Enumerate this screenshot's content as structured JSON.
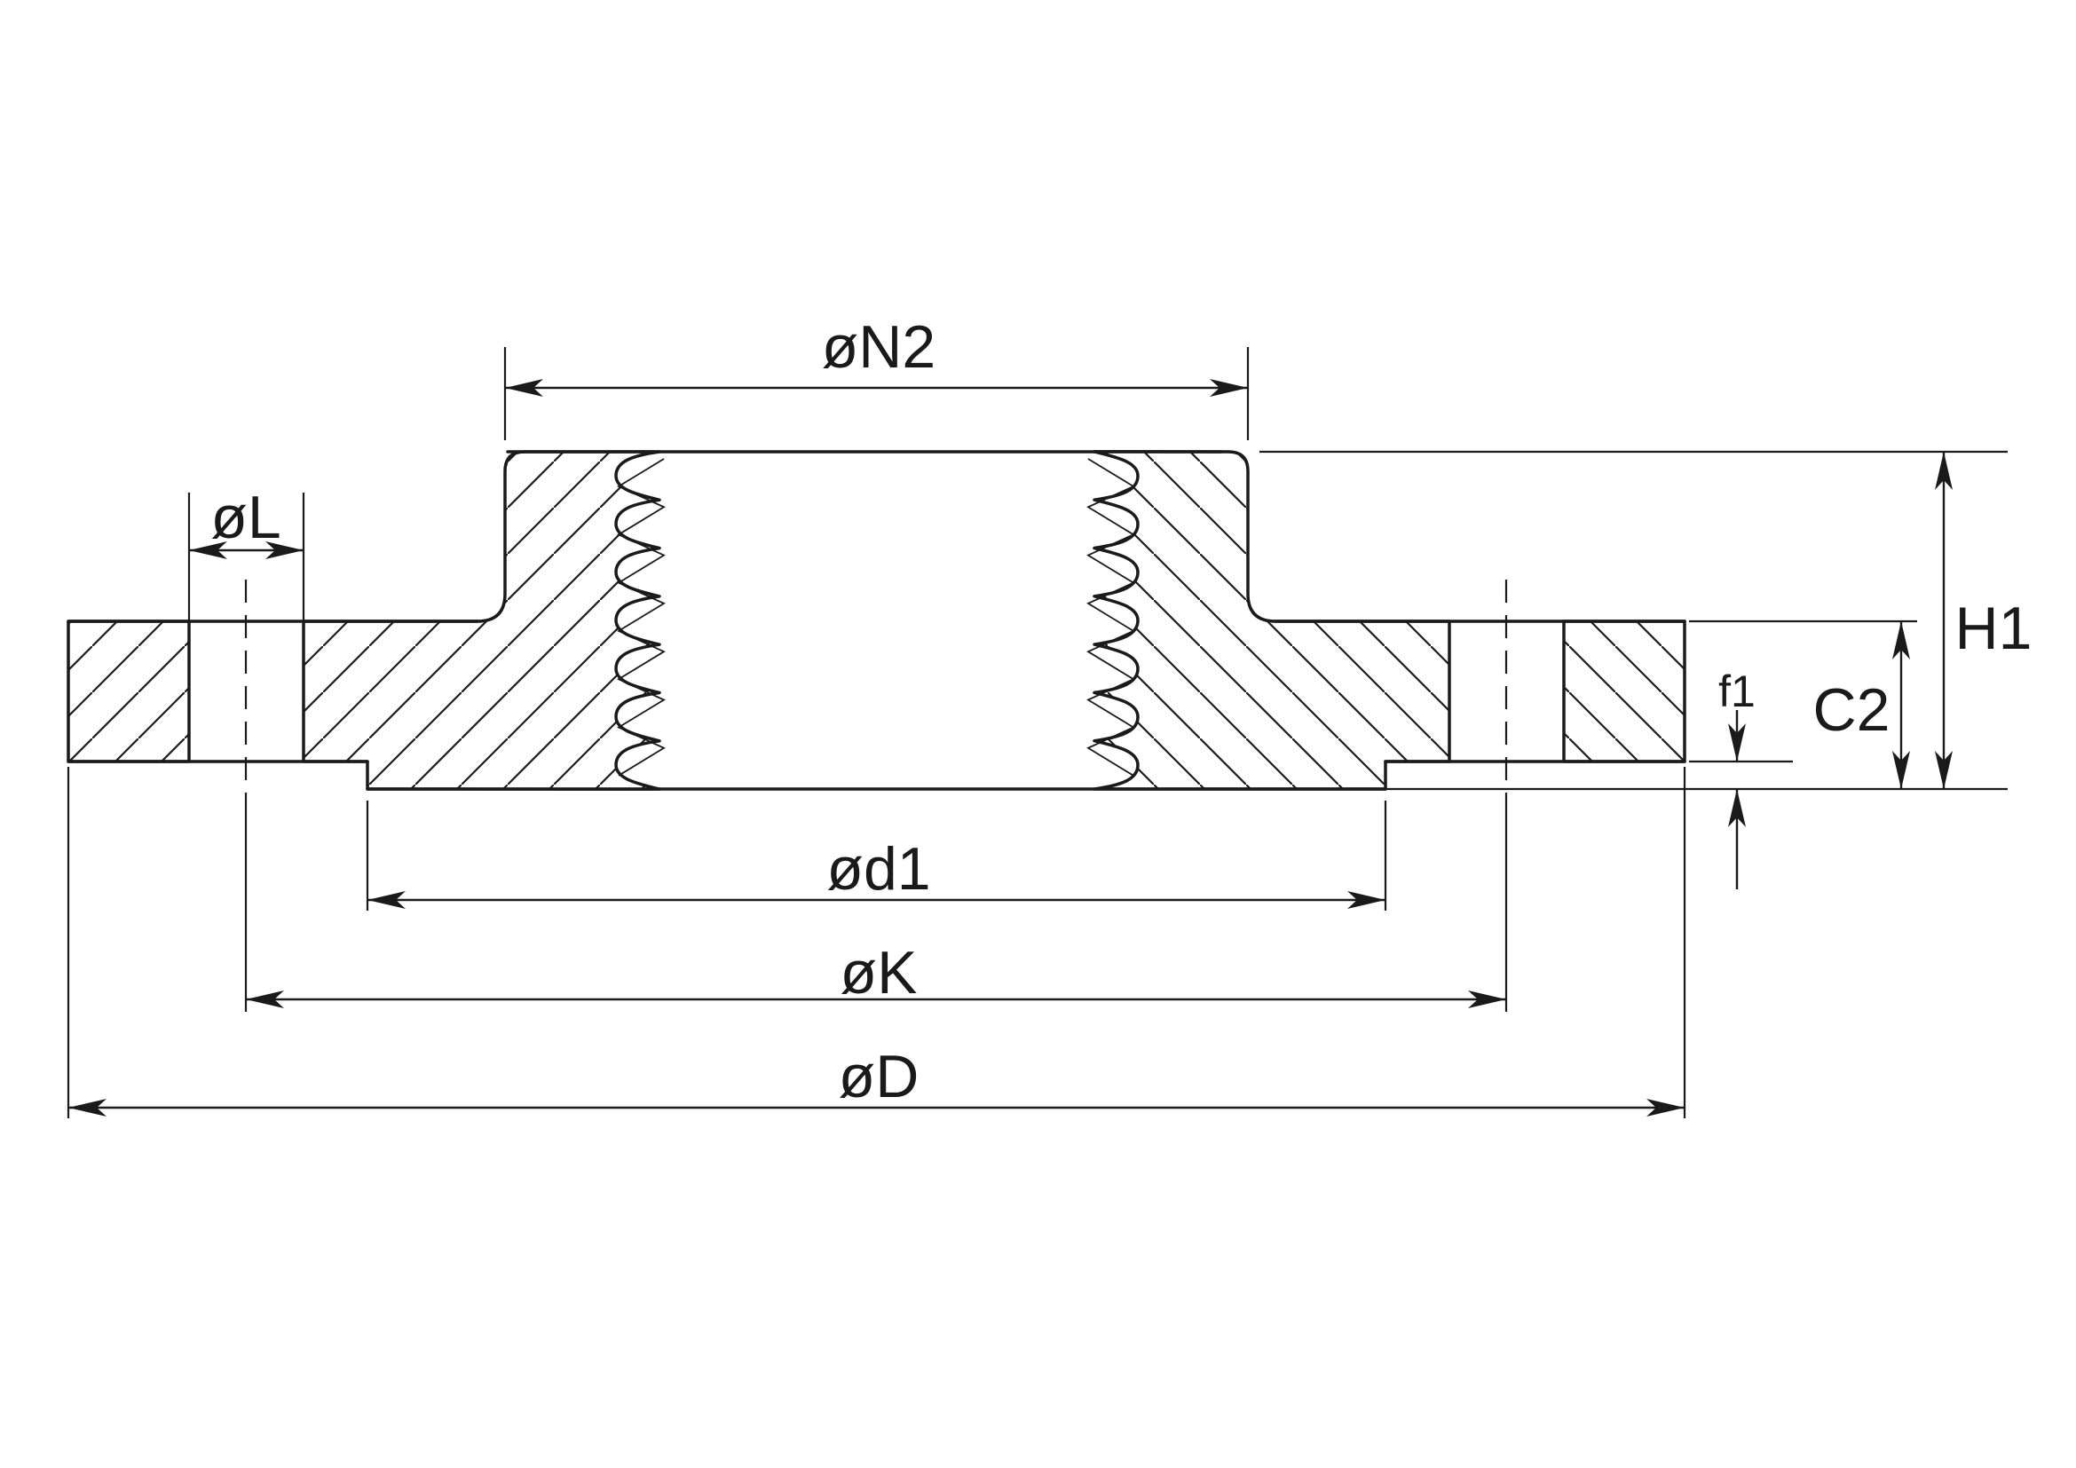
{
  "drawing": {
    "kind": "flange cross-section technical drawing",
    "colors": {
      "line": "#1a1a1a",
      "background": "#ffffff"
    },
    "dimension_labels": {
      "n2": "øN2",
      "l": "øL",
      "h1": "H1",
      "c2": "C2",
      "f1": "f1",
      "d1": "ød1",
      "k": "øK",
      "d": "øD"
    }
  }
}
